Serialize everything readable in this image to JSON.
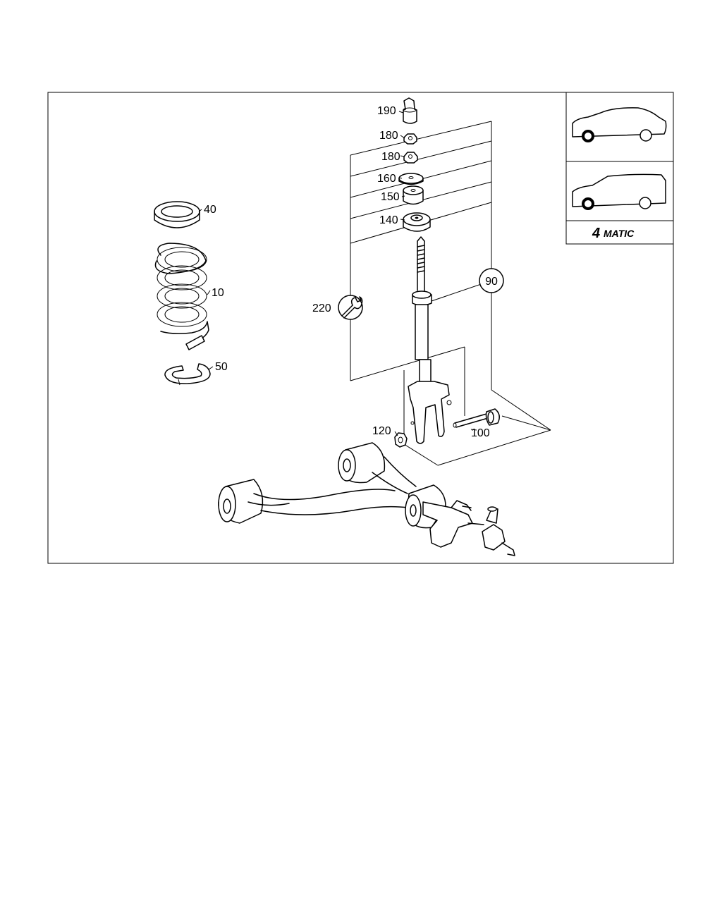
{
  "callouts": {
    "c190": "190",
    "c180a": "180",
    "c180b": "180",
    "c160": "160",
    "c150": "150",
    "c140": "140",
    "c90": "90",
    "c220": "220",
    "c40": "40",
    "c10": "10",
    "c50": "50",
    "c120": "120",
    "c100": "100"
  },
  "badge": {
    "text_num": "4",
    "text_word": "MATIC"
  },
  "icons": {
    "sedan": "sedan-car-icon",
    "wagon": "wagon-car-icon",
    "wrench": "wrench-icon"
  }
}
